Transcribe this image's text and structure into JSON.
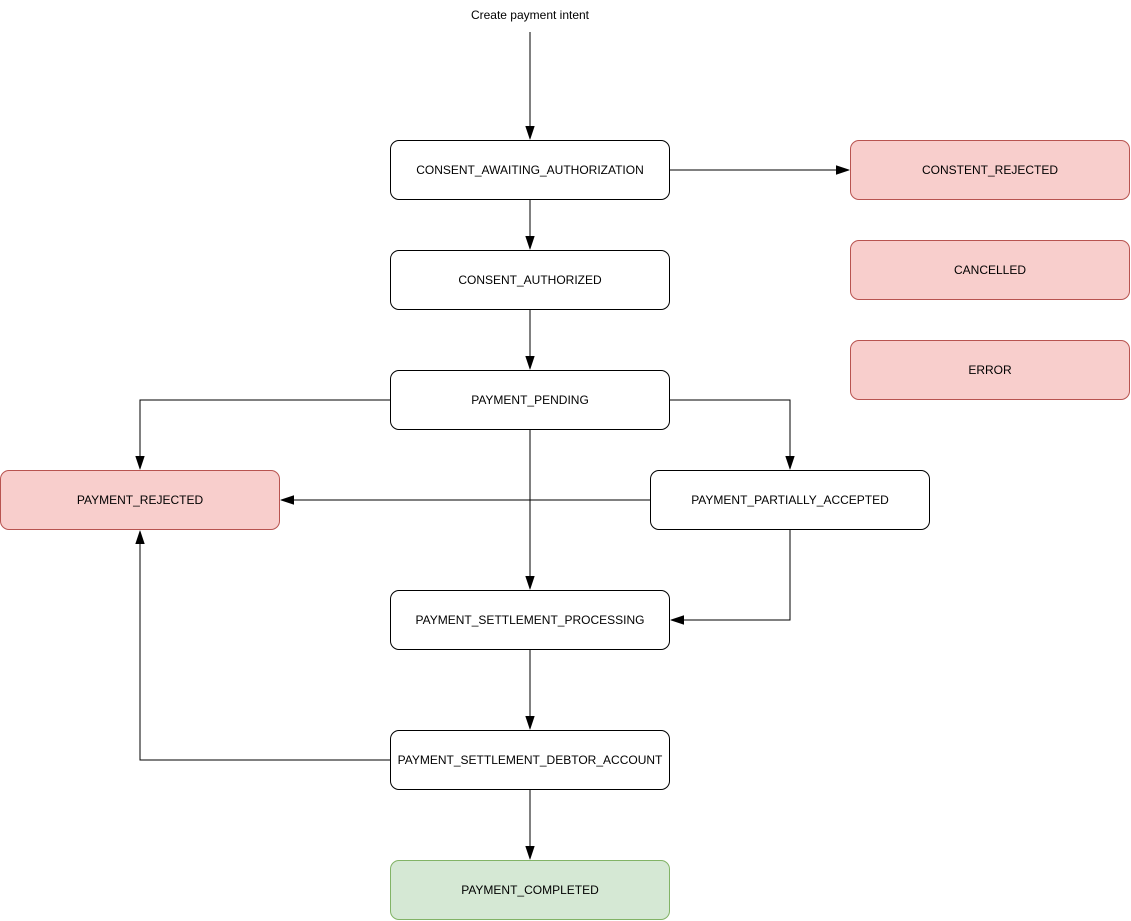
{
  "diagram": {
    "annotation": {
      "label": "Create payment intent"
    },
    "colors": {
      "node_default_fill": "#ffffff",
      "node_default_border": "#000000",
      "node_rejected_fill": "#f8cecc",
      "node_rejected_border": "#b85450",
      "node_success_fill": "#d5e8d4",
      "node_success_border": "#82b366",
      "edge_color": "#000000",
      "text_color": "#000000"
    },
    "nodes": [
      {
        "id": "consent-awaiting-authorization",
        "label": "CONSENT_AWAITING_AUTHORIZATION",
        "state_type": "default"
      },
      {
        "id": "constent-rejected",
        "label": "CONSTENT_REJECTED",
        "state_type": "rejected"
      },
      {
        "id": "consent-authorized",
        "label": "CONSENT_AUTHORIZED",
        "state_type": "default"
      },
      {
        "id": "cancelled",
        "label": "CANCELLED",
        "state_type": "rejected"
      },
      {
        "id": "error",
        "label": "ERROR",
        "state_type": "rejected"
      },
      {
        "id": "payment-pending",
        "label": "PAYMENT_PENDING",
        "state_type": "default"
      },
      {
        "id": "payment-rejected",
        "label": "PAYMENT_REJECTED",
        "state_type": "rejected"
      },
      {
        "id": "payment-partially-accepted",
        "label": "PAYMENT_PARTIALLY_ACCEPTED",
        "state_type": "default"
      },
      {
        "id": "payment-settlement-processing",
        "label": "PAYMENT_SETTLEMENT_PROCESSING",
        "state_type": "default"
      },
      {
        "id": "payment-settlement-debtor-account",
        "label": "PAYMENT_SETTLEMENT_DEBTOR_ACCOUNT",
        "state_type": "default"
      },
      {
        "id": "payment-completed",
        "label": "PAYMENT_COMPLETED",
        "state_type": "success"
      }
    ],
    "edges": [
      {
        "from": "create-payment-intent",
        "to": "consent-awaiting-authorization"
      },
      {
        "from": "consent-awaiting-authorization",
        "to": "constent-rejected"
      },
      {
        "from": "consent-awaiting-authorization",
        "to": "consent-authorized"
      },
      {
        "from": "consent-authorized",
        "to": "payment-pending"
      },
      {
        "from": "payment-pending",
        "to": "payment-rejected"
      },
      {
        "from": "payment-pending",
        "to": "payment-partially-accepted"
      },
      {
        "from": "payment-pending",
        "to": "payment-settlement-processing"
      },
      {
        "from": "payment-partially-accepted",
        "to": "payment-rejected"
      },
      {
        "from": "payment-partially-accepted",
        "to": "payment-settlement-processing"
      },
      {
        "from": "payment-settlement-processing",
        "to": "payment-settlement-debtor-account"
      },
      {
        "from": "payment-settlement-debtor-account",
        "to": "payment-rejected"
      },
      {
        "from": "payment-settlement-debtor-account",
        "to": "payment-completed"
      }
    ]
  }
}
